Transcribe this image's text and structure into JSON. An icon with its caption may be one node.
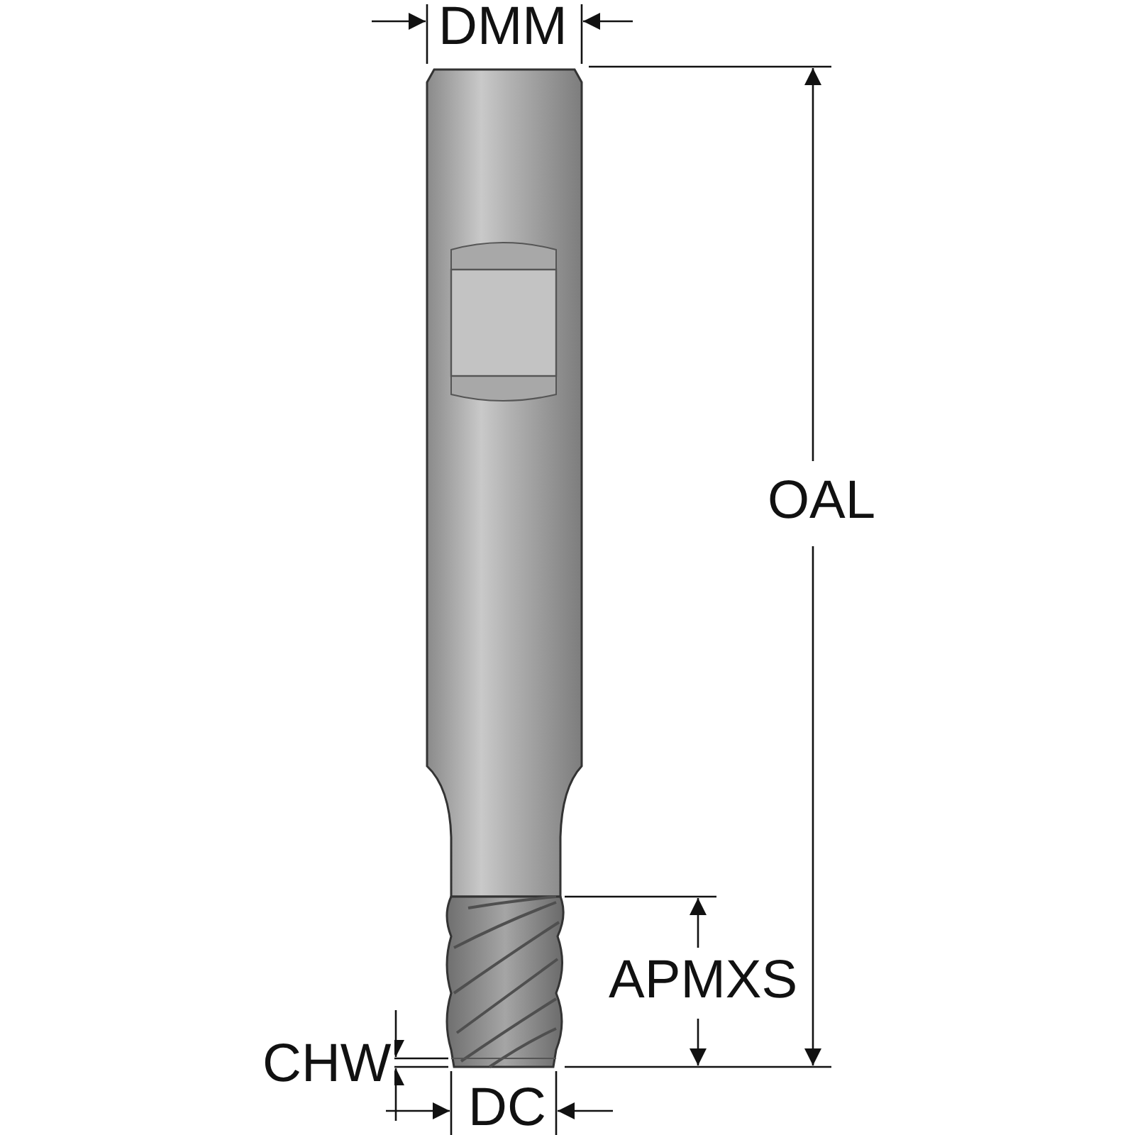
{
  "diagram": {
    "labels": [
      "DMM",
      "OAL",
      "APMXS",
      "CHW",
      "DC"
    ]
  }
}
